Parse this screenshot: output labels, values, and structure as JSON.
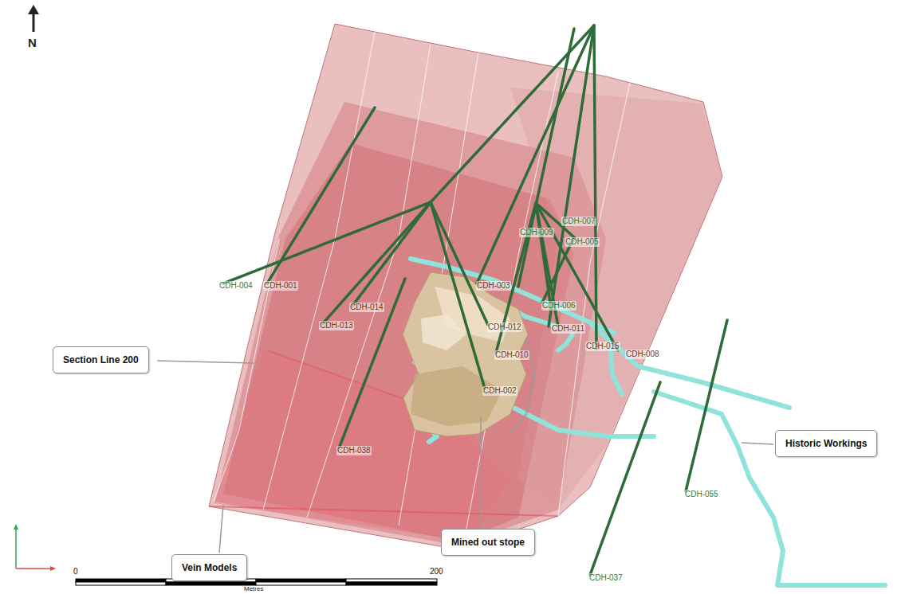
{
  "diagram": {
    "nodes": [
      {
        "text": [
          "Section Line 200"
        ]
      },
      {
        "text": [
          "Vein Models"
        ]
      },
      {
        "text": [
          "Mined out stope"
        ]
      },
      {
        "text": [
          "Historic Workings"
        ]
      }
    ],
    "labels": [
      "N",
      "CDH-004",
      "CDH-001",
      "CDH-014",
      "CDH-013",
      "CDH-003",
      "CDH-007",
      "CDH-009",
      "CDH-005",
      "CDH-006",
      "CDH-012",
      "CDH-011",
      "CDH-010",
      "CDH-015",
      "CDH-008",
      "CDH-002",
      "CDH-038",
      "CDH-055",
      "CDH-037",
      "0",
      "200",
      "Metres"
    ]
  }
}
